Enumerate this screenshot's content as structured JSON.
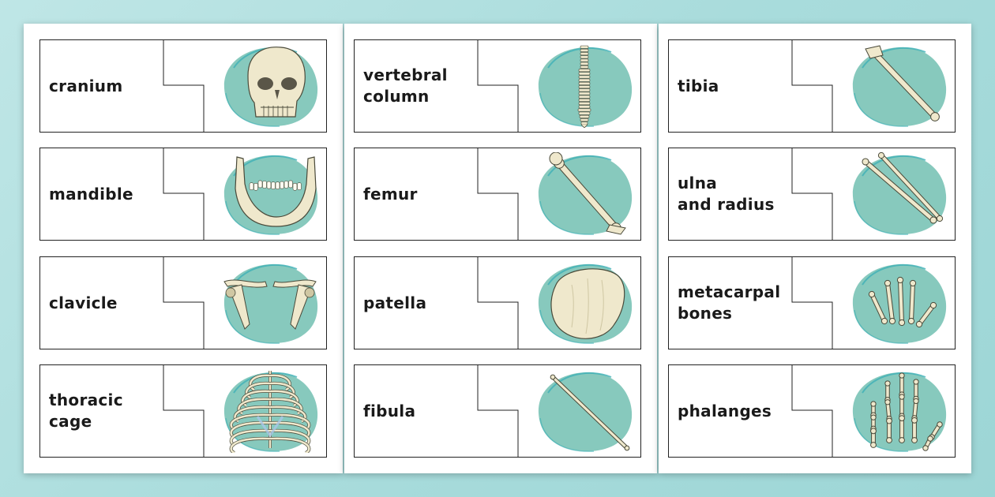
{
  "colors": {
    "blob": "#87c9bd",
    "blob_ring": "#3eb0b6",
    "bone": "#efe8cc",
    "bone_shade": "#cfc7a3",
    "outline": "#4a4a3a"
  },
  "sheets": [
    {
      "cards": [
        {
          "label": "cranium",
          "icon": "skull-icon"
        },
        {
          "label": "mandible",
          "icon": "mandible-icon"
        },
        {
          "label": "clavicle",
          "icon": "clavicle-icon"
        },
        {
          "label": "thoracic cage",
          "icon": "ribcage-icon"
        }
      ]
    },
    {
      "cards": [
        {
          "label": "vertebral\ncolumn",
          "icon": "spine-icon"
        },
        {
          "label": "femur",
          "icon": "femur-icon"
        },
        {
          "label": "patella",
          "icon": "patella-icon"
        },
        {
          "label": "fibula",
          "icon": "fibula-icon"
        }
      ]
    },
    {
      "cards": [
        {
          "label": "tibia",
          "icon": "tibia-icon"
        },
        {
          "label": "ulna\nand radius",
          "icon": "ulna-radius-icon"
        },
        {
          "label": "metacarpal\nbones",
          "icon": "metacarpal-icon"
        },
        {
          "label": "phalanges",
          "icon": "phalanges-icon"
        }
      ]
    }
  ]
}
